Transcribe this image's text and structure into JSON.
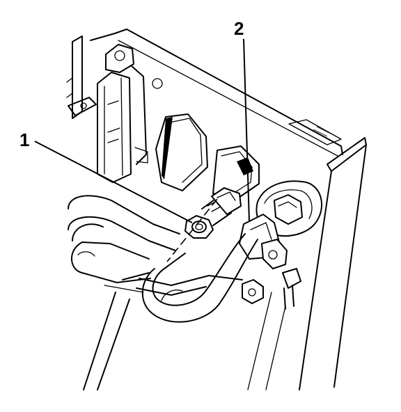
{
  "callouts": [
    {
      "number": "1",
      "part": "fitting-nut"
    },
    {
      "number": "2",
      "part": "pipe-union"
    }
  ],
  "colors": {
    "ink": "#000000",
    "background": "#ffffff"
  }
}
